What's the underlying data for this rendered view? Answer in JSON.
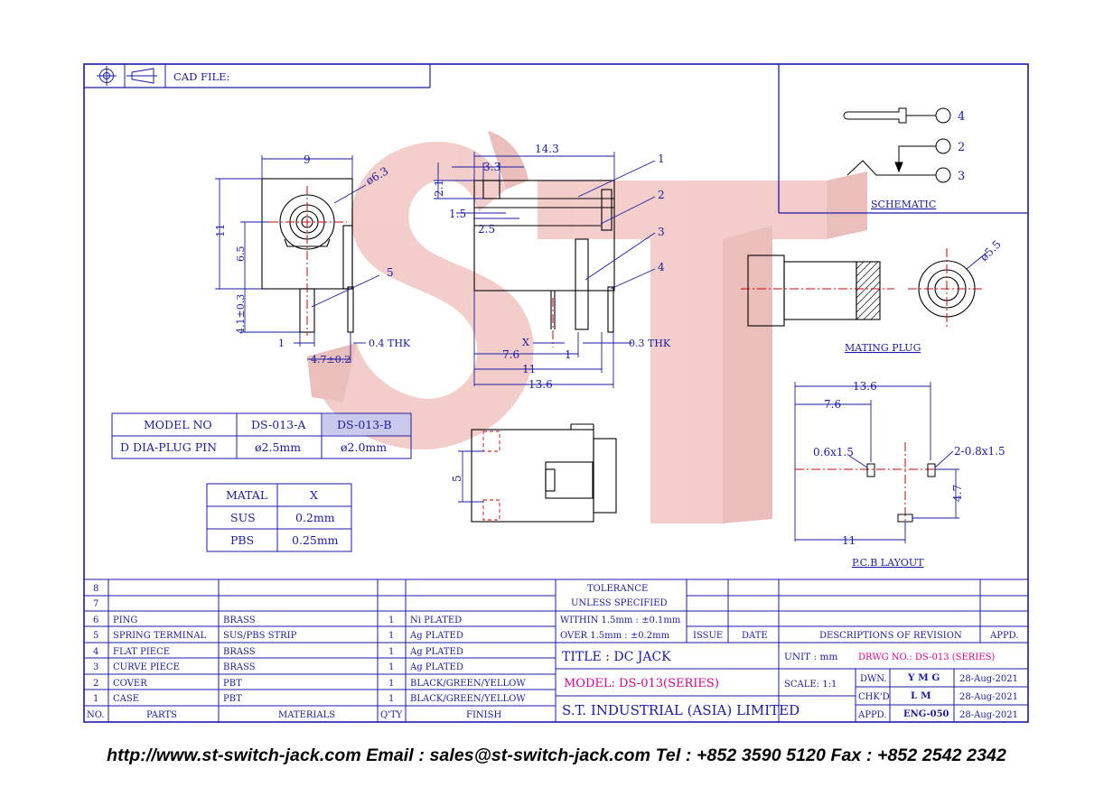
{
  "header": {
    "cad_label": "CAD FILE:"
  },
  "front_view": {
    "dims": {
      "width": "9",
      "diameter": "ø6.3",
      "height": "11",
      "height_inner": "6.5",
      "pin_len": "4.1±0.3",
      "pin_w": "1",
      "pitch": "4.7±0.2",
      "thk": "0.4 THK"
    },
    "callout": "5"
  },
  "side_view": {
    "dims": {
      "total": "14.3",
      "d33": "3.3",
      "d21": "2.1",
      "d15": "1.5",
      "d25": "2.5",
      "x": "X",
      "d76": "7.6",
      "d1": "1",
      "d11": "11",
      "d136": "13.6",
      "thk": "0.3 THK"
    },
    "callouts": [
      "1",
      "2",
      "3",
      "4"
    ]
  },
  "bottom_view": {
    "dim": "5"
  },
  "schematic": {
    "title": "SCHEMATIC",
    "pins": [
      "4",
      "2",
      "3"
    ]
  },
  "mating_plug": {
    "title": "MATING PLUG",
    "diameter": "ø5.5"
  },
  "pcb_layout": {
    "title": "P.C.B LAYOUT",
    "dims": {
      "d136": "13.6",
      "d76": "7.6",
      "hole_a": "0.6x1.5",
      "hole_b": "2-0.8x1.5",
      "d47": "4.7",
      "d11": "11"
    }
  },
  "model_table": {
    "headers": [
      "MODEL NO",
      "DS-013-A",
      "DS-013-B"
    ],
    "row": [
      "D DIA-PLUG PIN",
      "ø2.5mm",
      "ø2.0mm"
    ]
  },
  "material_table": {
    "headers": [
      "MATAL",
      "X"
    ],
    "rows": [
      [
        "SUS",
        "0.2mm"
      ],
      [
        "PBS",
        "0.25mm"
      ]
    ]
  },
  "parts_table": {
    "headers": [
      "NO.",
      "PARTS",
      "MATERIALS",
      "Q'TY",
      "FINISH"
    ],
    "rows": [
      [
        "8",
        "",
        "",
        "",
        ""
      ],
      [
        "7",
        "",
        "",
        "",
        ""
      ],
      [
        "6",
        "PING",
        "BRASS",
        "1",
        "Ni PLATED"
      ],
      [
        "5",
        "SPRING TERMINAL",
        "SUS/PBS STRIP",
        "1",
        "Ag PLATED"
      ],
      [
        "4",
        "FLAT PIECE",
        "BRASS",
        "1",
        "Ag PLATED"
      ],
      [
        "3",
        "CURVE PIECE",
        "BRASS",
        "1",
        "Ag PLATED"
      ],
      [
        "2",
        "COVER",
        "PBT",
        "1",
        "BLACK/GREEN/YELLOW"
      ],
      [
        "1",
        "CASE",
        "PBT",
        "1",
        "BLACK/GREEN/YELLOW"
      ]
    ]
  },
  "tolerance": {
    "line1": "TOLERANCE",
    "line2": "UNLESS   SPECIFIED",
    "within": "WITHIN  1.5mm : ±0.1mm",
    "over": "OVER    1.5mm : ±0.2mm"
  },
  "revision": {
    "issue": "ISSUE",
    "date": "DATE",
    "desc": "DESCRIPTIONS  OF  REVISION",
    "appd": "APPD."
  },
  "title_block": {
    "title": "TITLE : DC JACK",
    "unit": "UNIT :   mm",
    "drwg": "DRWG NO.: DS-013 (SERIES)",
    "model": "MODEL: DS-013(SERIES)",
    "scale": "SCALE:   1:1",
    "company": "S.T.  INDUSTRIAL  (ASIA)  LIMITED",
    "dwn": "DWN.",
    "dwn_name": "Y M G",
    "dwn_date": "28-Aug-2021",
    "chkd": "CHK'D",
    "chkd_name": "L M",
    "chkd_date": "28-Aug-2021",
    "appd": "APPD.",
    "appd_name": "ENG-050",
    "appd_date": "28-Aug-2021"
  },
  "footer": {
    "text": "http://www.st-switch-jack.com  Email : sales@st-switch-jack.com  Tel : +852 3590 5120  Fax : +852 2542 2342"
  },
  "watermark": "ST",
  "colors": {
    "frame": "#1a1aa8",
    "line": "#000000",
    "center": "#d40000",
    "watermark": "#e9a6a0",
    "magenta": "#e0008a"
  }
}
